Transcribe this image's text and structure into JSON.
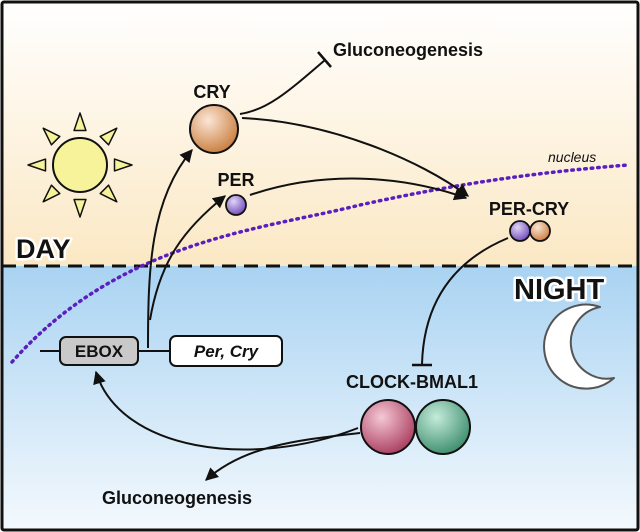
{
  "phases": {
    "day": "DAY",
    "night": "NIGHT"
  },
  "compartment": {
    "nucleus": "nucleus"
  },
  "proteins": {
    "cry": "CRY",
    "per": "PER",
    "per_cry": "PER-CRY",
    "clock_bmal1": "CLOCK-BMAL1"
  },
  "gene": {
    "ebox": "EBOX",
    "targets": "Per, Cry"
  },
  "outputs": {
    "top": "Gluconeogenesis",
    "bottom": "Gluconeogenesis"
  },
  "icons": {
    "day": "sun-icon",
    "night": "moon-icon"
  },
  "colors": {
    "day_background": "#fdf1d9",
    "night_background": "#cfe6f8",
    "sun": "#f6f39a",
    "cry": "#d28a55",
    "per": "#7b59c4",
    "clock": "#b04562",
    "bmal1": "#3f9473",
    "nucleus_line": "#5a1fbf"
  }
}
